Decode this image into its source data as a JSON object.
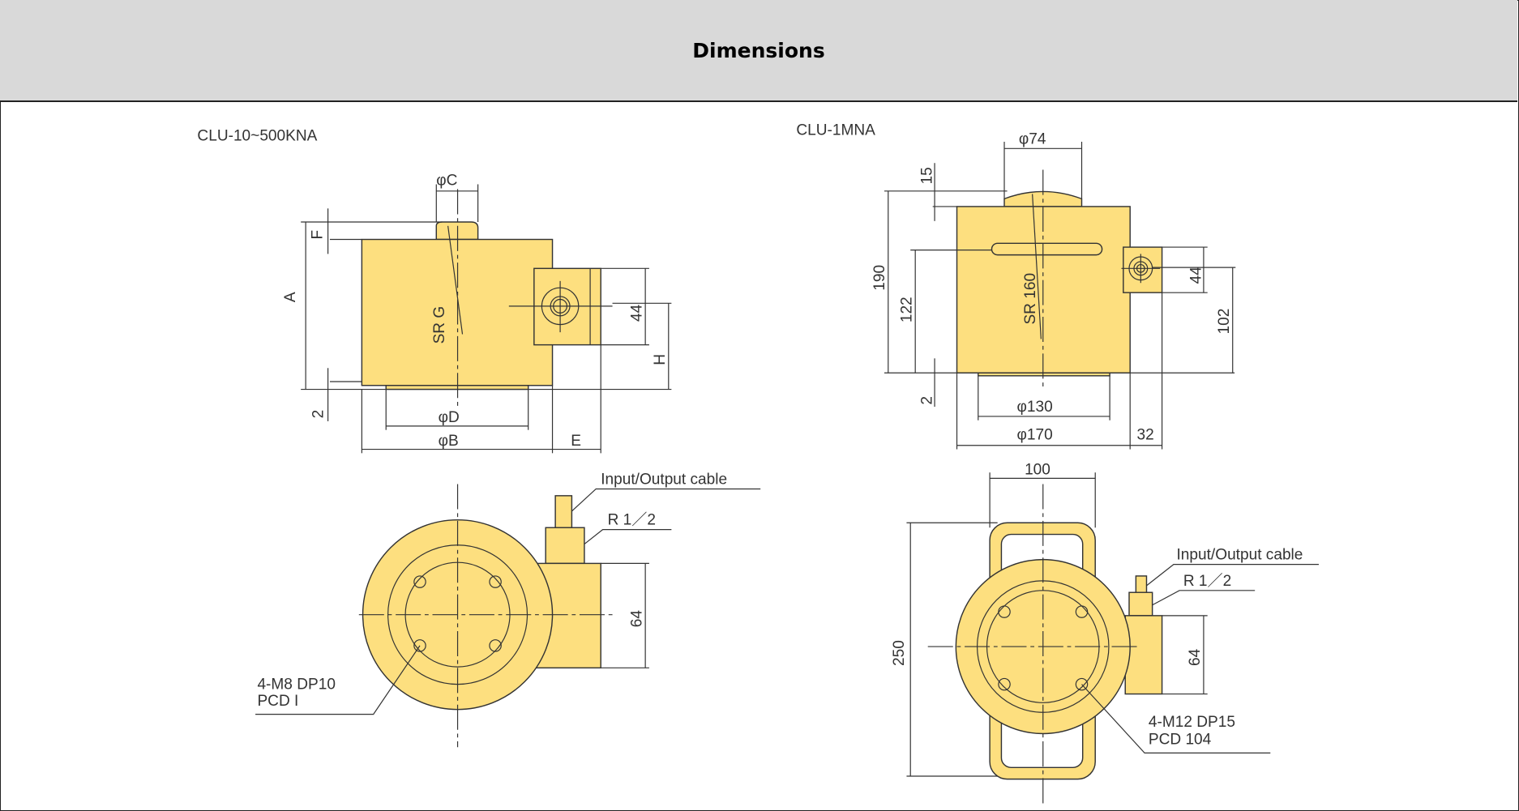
{
  "header": {
    "title": "Dimensions"
  },
  "colors": {
    "body_fill": "#fddf7f",
    "header_bg": "#d9d9d9"
  },
  "left": {
    "model": "CLU-10~500KNA",
    "labels": {
      "phiC": "φC",
      "F": "F",
      "A": "A",
      "srg": "SR G",
      "d44": "44",
      "H": "H",
      "d2": "2",
      "phiD": "φD",
      "phiB": "φB",
      "E": "E",
      "d64": "64"
    },
    "cable": "Input/Output cable",
    "thread": "R 1／2",
    "holes_line1": "4-M8 DP10",
    "holes_line2": "PCD I"
  },
  "right": {
    "model": "CLU-1MNA",
    "labels": {
      "phi74": "φ74",
      "d15": "15",
      "d190": "190",
      "d122": "122",
      "sr": "SR 160",
      "d44": "44",
      "d102": "102",
      "d2": "2",
      "phi130": "φ130",
      "phi170": "φ170",
      "d32": "32",
      "d100": "100",
      "d250": "250",
      "d64": "64"
    },
    "cable": "Input/Output cable",
    "thread": "R 1／2",
    "holes_line1": "4-M12  DP15",
    "holes_line2": "PCD 104"
  }
}
